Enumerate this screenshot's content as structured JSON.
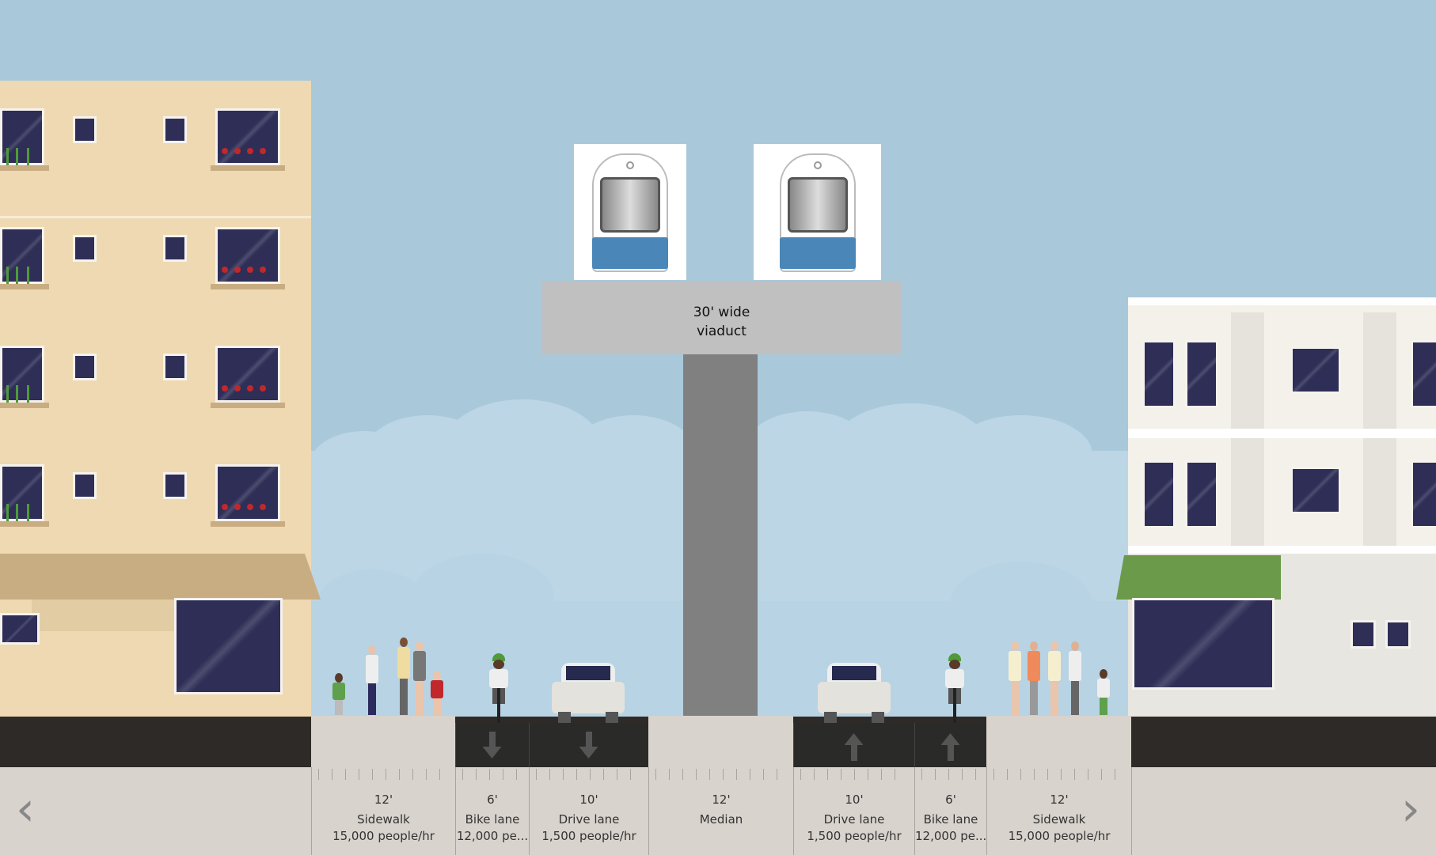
{
  "viaduct": {
    "label_line1": "30' wide",
    "label_line2": "viaduct"
  },
  "trains": [
    {
      "name": "light-rail-train"
    },
    {
      "name": "light-rail-train"
    }
  ],
  "segments": [
    {
      "width": "12'",
      "name": "Sidewalk",
      "capacity": "15,000 people/hr",
      "type": "sidewalk"
    },
    {
      "width": "6'",
      "name": "Bike lane",
      "capacity": "12,000 pe...",
      "type": "bike",
      "direction": "down"
    },
    {
      "width": "10'",
      "name": "Drive lane",
      "capacity": "1,500 people/hr",
      "type": "drive",
      "direction": "down"
    },
    {
      "width": "12'",
      "name": "Median",
      "type": "median"
    },
    {
      "width": "10'",
      "name": "Drive lane",
      "capacity": "1,500 people/hr",
      "type": "drive",
      "direction": "up"
    },
    {
      "width": "6'",
      "name": "Bike lane",
      "capacity": "12,000 pe...",
      "type": "bike",
      "direction": "up"
    },
    {
      "width": "12'",
      "name": "Sidewalk",
      "capacity": "15,000 people/hr",
      "type": "sidewalk"
    }
  ],
  "nav": {
    "prev_icon": "chevron-left-icon",
    "next_icon": "chevron-right-icon",
    "prev": "‹",
    "next": "›"
  },
  "colors": {
    "sky": "#a9c9db",
    "asphalt": "#2a2b29",
    "sidewalk": "#d8d3cd",
    "building_left": "#eed9b2",
    "awning_right": "#6a9a4a"
  }
}
